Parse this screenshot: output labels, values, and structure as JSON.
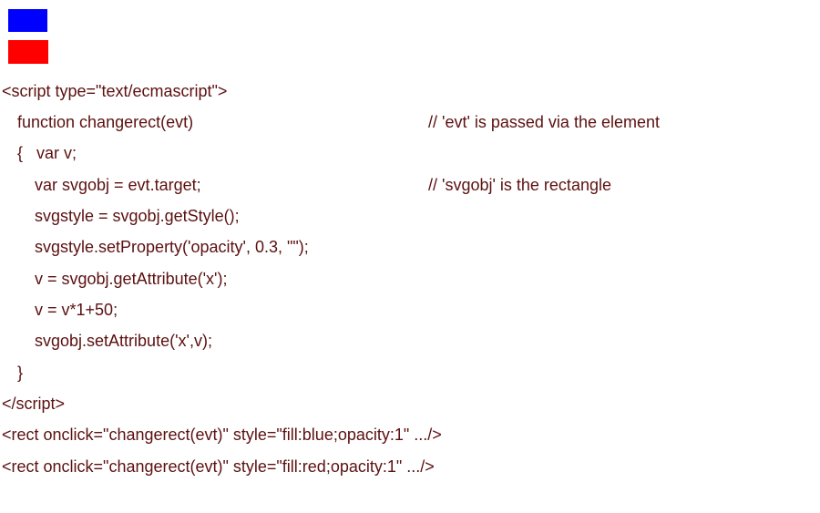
{
  "page": {
    "background_color": "#ffffff",
    "text_color": "#5c1010"
  },
  "shapes": {
    "blue_rect_color": "#0000ff",
    "red_rect_color": "#ff0000"
  },
  "code": {
    "lines": [
      {
        "text": "<script type=\"text/ecmascript\">"
      },
      {
        "text": "function changerect(evt)",
        "comment": "// 'evt' is passed via the element"
      },
      {
        "text": "{   var v;"
      },
      {
        "text": "var svgobj = evt.target;",
        "comment": "// 'svgobj' is the rectangle"
      },
      {
        "text": "svgstyle = svgobj.getStyle();"
      },
      {
        "text": "svgstyle.setProperty('opacity', 0.3, \"\");"
      },
      {
        "text": "v = svgobj.getAttribute('x');"
      },
      {
        "text": "v = v*1+50;"
      },
      {
        "text": "svgobj.setAttribute('x',v);"
      },
      {
        "text": "}"
      },
      {
        "text": "</script>"
      },
      {
        "text": "<rect onclick=\"changerect(evt)\" style=\"fill:blue;opacity:1\" .../>"
      },
      {
        "text": "<rect onclick=\"changerect(evt)\" style=\"fill:red;opacity:1\" .../>"
      }
    ]
  }
}
